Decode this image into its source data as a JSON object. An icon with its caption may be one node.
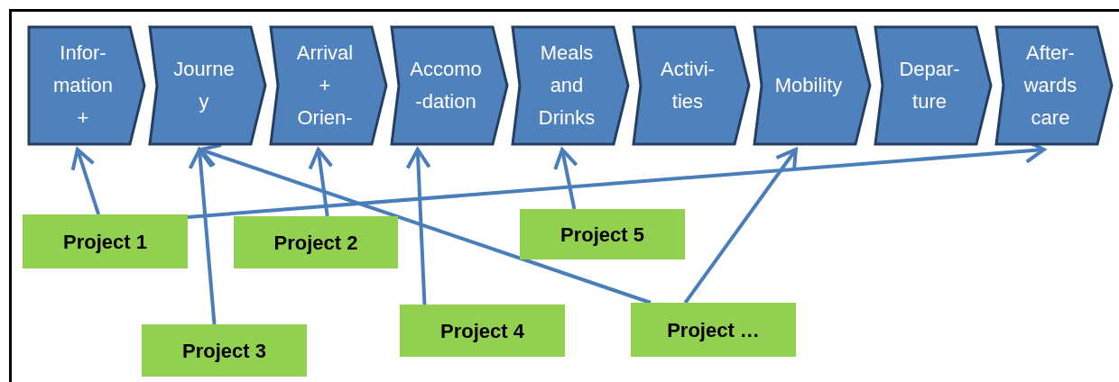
{
  "diagram": {
    "nodes": [
      {
        "text": [
          "Infor- mation +"
        ]
      },
      {
        "text": [
          "Journe y"
        ]
      },
      {
        "text": [
          "Arrival + Orien-"
        ]
      },
      {
        "text": [
          "Accomo -dation"
        ]
      },
      {
        "text": [
          "Meals and Drinks"
        ]
      },
      {
        "text": [
          "Activi- ties"
        ]
      },
      {
        "text": [
          "Mobility"
        ]
      },
      {
        "text": [
          "Depar- ture"
        ]
      },
      {
        "text": [
          "After- wards care"
        ]
      },
      {
        "text": [
          "Project 1"
        ]
      },
      {
        "text": [
          "Project 2"
        ]
      },
      {
        "text": [
          "Project 5"
        ]
      },
      {
        "text": [
          "Project 4"
        ]
      },
      {
        "text": [
          "Project …"
        ]
      },
      {
        "text": [
          "Project 3"
        ]
      }
    ],
    "edges": [
      {
        "from": 9,
        "to": 0,
        "arrow": "to"
      },
      {
        "from": 9,
        "to": 8,
        "arrow": "to"
      },
      {
        "from": 10,
        "to": 2,
        "arrow": "to"
      },
      {
        "from": 14,
        "to": 1,
        "arrow": "to"
      },
      {
        "from": 12,
        "to": 3,
        "arrow": "to"
      },
      {
        "from": 11,
        "to": 4,
        "arrow": "to"
      },
      {
        "from": 13,
        "to": 1,
        "arrow": "to"
      },
      {
        "from": 13,
        "to": 6,
        "arrow": "to"
      }
    ]
  }
}
